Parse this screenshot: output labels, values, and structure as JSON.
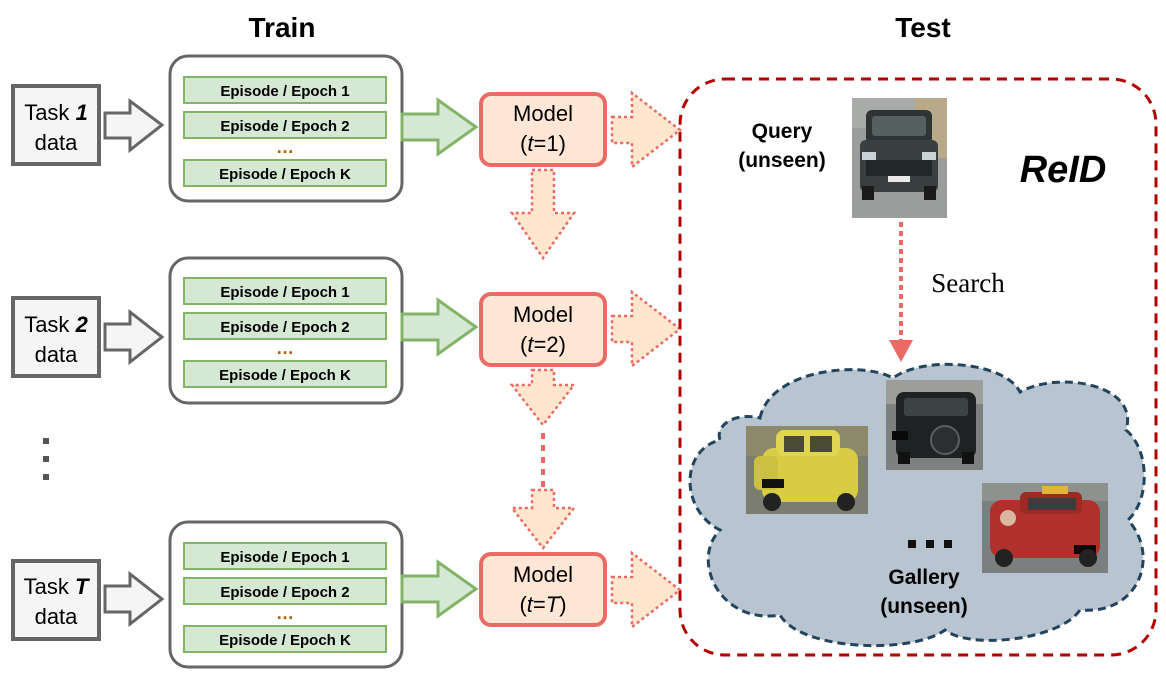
{
  "headers": {
    "train": "Train",
    "test": "Test"
  },
  "tasks": [
    {
      "word": "Task",
      "id": "1",
      "data": "data",
      "episodes": [
        "Episode / Epoch 1",
        "Episode / Epoch 2",
        "Episode / Epoch K"
      ],
      "model": "Model",
      "t_open": "(",
      "t_var": "t",
      "t_eq": "=",
      "t_val": "1",
      "t_close": ")"
    },
    {
      "word": "Task",
      "id": "2",
      "data": "data",
      "episodes": [
        "Episode / Epoch 1",
        "Episode / Epoch 2",
        "Episode / Epoch K"
      ],
      "model": "Model",
      "t_open": "(",
      "t_var": "t",
      "t_eq": "=",
      "t_val": "2",
      "t_close": ")"
    },
    {
      "word": "Task",
      "id": "T",
      "data": "data",
      "episodes": [
        "Episode / Epoch 1",
        "Episode / Epoch 2",
        "Episode / Epoch K"
      ],
      "model": "Model",
      "t_open": "(",
      "t_var": "t",
      "t_eq": "=",
      "t_val": "T",
      "t_close": ")"
    }
  ],
  "ellipsis": "…",
  "test": {
    "reid": "ReID",
    "query_line1": "Query",
    "query_line2": "(unseen)",
    "search": "Search",
    "gallery_line1": "Gallery",
    "gallery_line2": "(unseen)",
    "gallery_more": "…"
  },
  "colors": {
    "episode_fill": "#d5e8d4",
    "episode_border": "#82b366",
    "model_fill": "#ffe6d5",
    "model_border": "#ea6b66",
    "arrow_fill": "#ffe6cc",
    "arrow_border": "#ea6b66",
    "test_border": "#b20000",
    "cloud_fill": "#b8c4d0",
    "cloud_border": "#23445d",
    "task_border": "#666666"
  }
}
